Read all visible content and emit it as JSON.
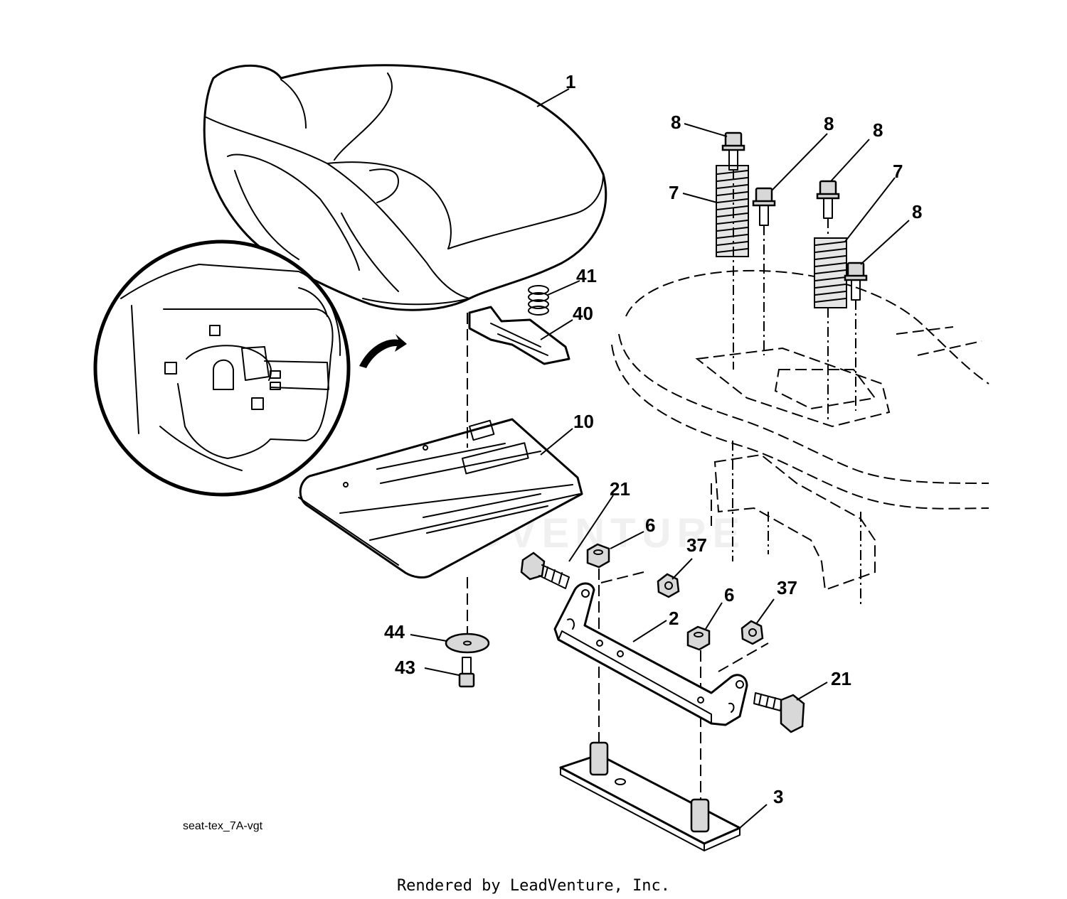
{
  "diagram": {
    "callouts": [
      {
        "id": "c1",
        "label": "1"
      },
      {
        "id": "c8a",
        "label": "8"
      },
      {
        "id": "c8b",
        "label": "8"
      },
      {
        "id": "c8c",
        "label": "8"
      },
      {
        "id": "c8d",
        "label": "8"
      },
      {
        "id": "c7a",
        "label": "7"
      },
      {
        "id": "c7b",
        "label": "7"
      },
      {
        "id": "c41",
        "label": "41"
      },
      {
        "id": "c40",
        "label": "40"
      },
      {
        "id": "c10",
        "label": "10"
      },
      {
        "id": "c21a",
        "label": "21"
      },
      {
        "id": "c6a",
        "label": "6"
      },
      {
        "id": "c37a",
        "label": "37"
      },
      {
        "id": "c6b",
        "label": "6"
      },
      {
        "id": "c37b",
        "label": "37"
      },
      {
        "id": "c2",
        "label": "2"
      },
      {
        "id": "c44",
        "label": "44"
      },
      {
        "id": "c43",
        "label": "43"
      },
      {
        "id": "c21b",
        "label": "21"
      },
      {
        "id": "c3",
        "label": "3"
      }
    ],
    "caption": "seat-tex_7A-vgt",
    "footer": "Rendered by LeadVenture, Inc.",
    "watermark": "LEADVENTURE"
  }
}
